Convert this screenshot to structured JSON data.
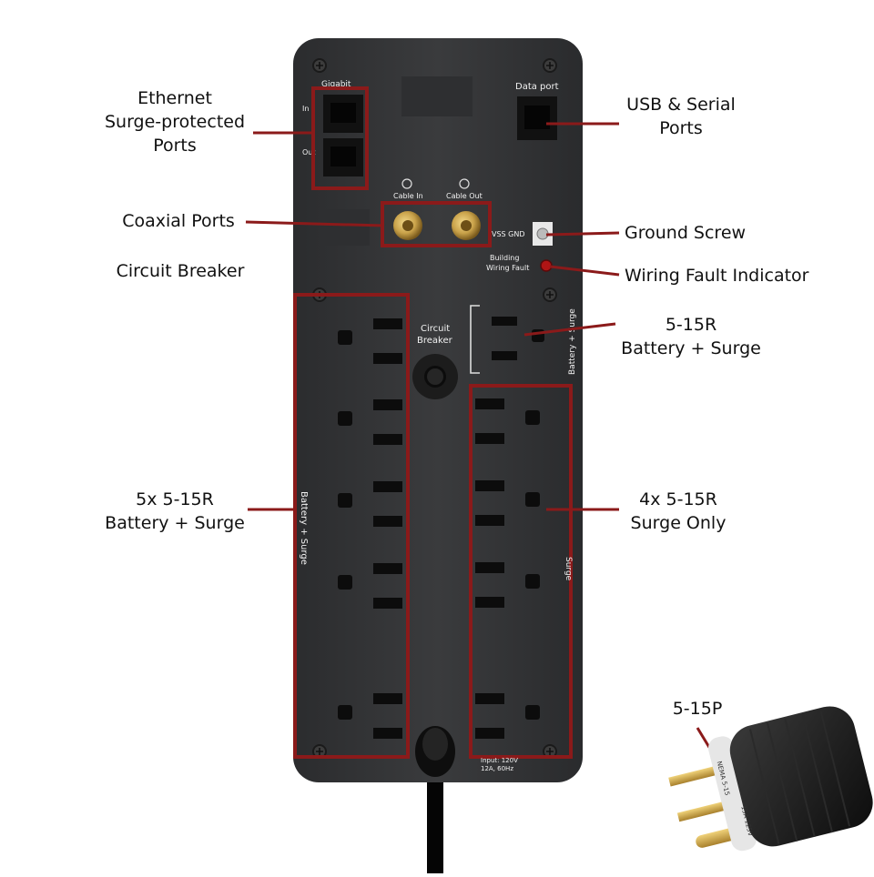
{
  "callouts": {
    "ethernet": "Ethernet\nSurge-protected\nPorts",
    "usb_serial": "USB & Serial\nPorts",
    "coaxial": "Coaxial Ports",
    "ground_screw": "Ground Screw",
    "circuit_breaker": "Circuit Breaker",
    "wiring_fault": "Wiring Fault Indicator",
    "battery_surge_single": "5-15R\nBattery + Surge",
    "battery_surge_five": "5x 5-15R\nBattery + Surge",
    "surge_only_four": "4x 5-15R\nSurge Only",
    "plug": "5-15P"
  },
  "panel_labels": {
    "gigabit": "Gigabit",
    "in": "In",
    "out": "Out",
    "data_port": "Data port",
    "cable_in": "Cable In",
    "cable_out": "Cable Out",
    "vss_gnd": "VSS GND",
    "building_wiring_fault_1": "Building",
    "building_wiring_fault_2": "Wiring Fault",
    "circuit_breaker_1": "Circuit",
    "circuit_breaker_2": "Breaker",
    "battery_surge_vertical": "Battery + Surge",
    "surge_vertical": "Surge",
    "input_1": "Input: 120V",
    "input_2": "12A, 60Hz"
  },
  "plug_labels": {
    "nema": "NEMA 5-15",
    "rating": "15A 125V"
  },
  "colors": {
    "panel": "#333436",
    "highlight": "#8b1a1a",
    "outlet": "#0c0c0c",
    "brass": "#c9a24a"
  }
}
